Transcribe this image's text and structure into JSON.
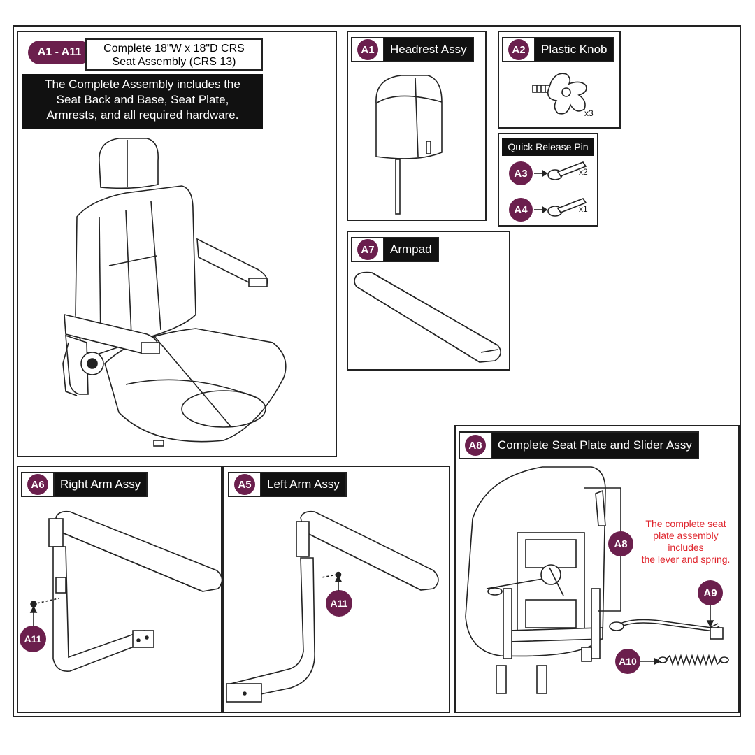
{
  "main_assy": {
    "badge": "A1 - A11",
    "title_line1": "Complete 18\"W x 18\"D CRS",
    "title_line2": "Seat Assembly (CRS 13)",
    "note_line1": "The Complete Assembly includes the",
    "note_line2": "Seat Back and Base, Seat Plate,",
    "note_line3": "Armrests, and all required hardware."
  },
  "headrest": {
    "badge": "A1",
    "label": "Headrest Assy"
  },
  "knob": {
    "badge": "A2",
    "label": "Plastic Knob",
    "qty": "x3"
  },
  "pins": {
    "title": "Quick Release Pin",
    "a3": {
      "badge": "A3",
      "qty": "x2"
    },
    "a4": {
      "badge": "A4",
      "qty": "x1"
    }
  },
  "armpad": {
    "badge": "A7",
    "label": "Armpad"
  },
  "right_arm": {
    "badge": "A6",
    "label": "Right Arm Assy",
    "callout": "A11"
  },
  "left_arm": {
    "badge": "A5",
    "label": "Left Arm Assy",
    "callout": "A11"
  },
  "seat_plate": {
    "badge": "A8",
    "label": "Complete Seat Plate and Slider Assy",
    "callout_plate": "A8",
    "callout_lever": "A9",
    "callout_spring": "A10",
    "red_line1": "The complete seat",
    "red_line2": "plate assembly",
    "red_line3": "includes",
    "red_line4": "the lever and spring."
  },
  "colors": {
    "badge": "#6b1f4d",
    "label_bg": "#111111",
    "note_red": "#e0262e"
  }
}
